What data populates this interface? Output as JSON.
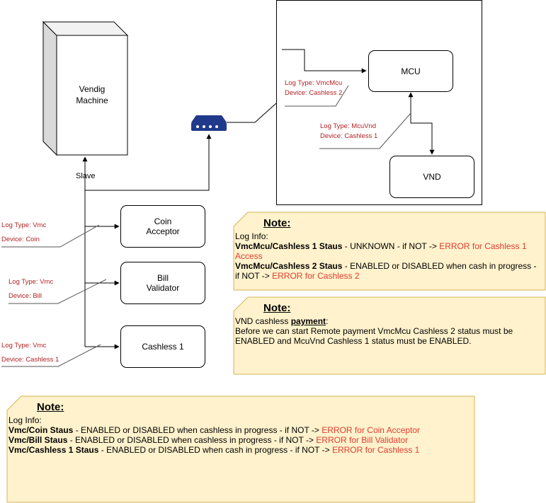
{
  "machine": {
    "label": "Vendig\nMachine",
    "role_label": "Slave"
  },
  "boxes": {
    "mcu": "MCU",
    "vnd": "VND",
    "coin": "Coin\nAcceptor",
    "bill": "Bill\nValidator",
    "cashless": "Cashless 1"
  },
  "logs": {
    "vmcmcu": {
      "type": "Log Type: VmcMcu",
      "device": "Device: Cashless 2"
    },
    "mcuvnd": {
      "type": "Log Type: McuVnd",
      "device": "Device: Cashless 1"
    },
    "coin": {
      "type": "Log Type: Vmc",
      "device": "Device: Coin"
    },
    "bill": {
      "type": "Log Type: Vmc",
      "device": "Device: Bill"
    },
    "cashless": {
      "type": "Log Type: Vmc",
      "device": "Device: Cashless 1"
    }
  },
  "notes": {
    "mcu_note": {
      "title": "Note:",
      "log_info": "Log Info:",
      "line1_bold": "VmcMcu/Cashless 1 Staus",
      "line1_text": " - UNKNOWN - if NOT -> ",
      "line1_error": "ERROR for Cashless 1 Access",
      "line2_bold": "VmcMcu/Cashless 2 Staus",
      "line2_text": " - ENABLED or DISABLED when cash in progress - if NOT -> ",
      "line2_error": "ERROR for Cashless 2"
    },
    "payment_note": {
      "title": "Note:",
      "intro_pre": "VND cashless ",
      "intro_bold": "payment",
      "intro_post": ":",
      "body": "Before we can start Remote payment VmcMcu Cashless 2 status must be ENABLED and McuVnd Cashless 1 status must be ENABLED."
    },
    "vmc_note": {
      "title": "Note:",
      "log_info": "Log Info:",
      "line1_bold": "Vmc/Coin Staus",
      "line1_text": " - ENABLED or DISABLED when cashless in progress - if NOT -> ",
      "line1_error": "ERROR for Coin Acceptor",
      "line2_bold": "Vmc/Bill Staus",
      "line2_text": " - ENABLED or DISABLED when cashless in progress - if NOT -> ",
      "line2_error": "ERROR for Bill Validator",
      "line3_bold": "Vmc/Cashless 1 Staus",
      "line3_text": " - ENABLED or DISABLED when cash in progress - if NOT -> ",
      "line3_error": "ERROR for Cashless 1"
    }
  },
  "colors": {
    "note_fill": "#fff2cc",
    "note_border": "#d6b656",
    "error": "#e03c31",
    "log_text": "#b22222",
    "router": "#1f3a8a"
  }
}
